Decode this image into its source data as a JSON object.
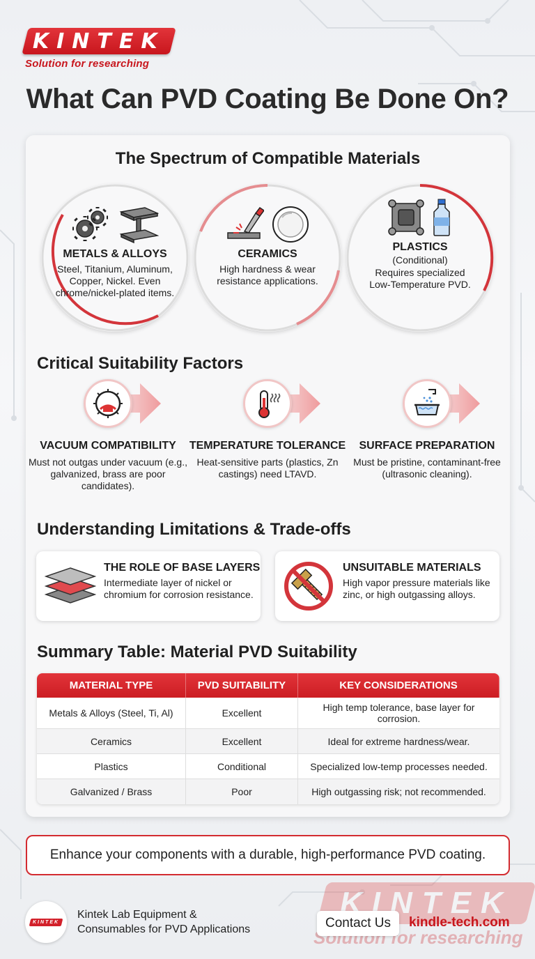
{
  "brand": {
    "logo_text": "KINTEK",
    "tagline": "Solution for researching"
  },
  "title": "What Can PVD Coating Be Done On?",
  "spectrum": {
    "title": "The Spectrum of Compatible Materials",
    "materials": [
      {
        "name": "METALS & ALLOYS",
        "qualifier": "",
        "description": "Steel, Titanium, Aluminum, Copper, Nickel. Even chrome/nickel-plated items.",
        "icons": [
          "gears-icon",
          "i-beam-icon"
        ]
      },
      {
        "name": "CERAMICS",
        "qualifier": "",
        "description": "High hardness & wear resistance applications.",
        "icons": [
          "cutting-tool-icon",
          "ceramic-plate-icon"
        ]
      },
      {
        "name": "PLASTICS",
        "qualifier": "(Conditional)",
        "description": "Requires specialized Low-Temperature PVD.",
        "icons": [
          "plastic-part-icon",
          "plastic-bottle-icon"
        ]
      }
    ]
  },
  "factors": {
    "title": "Critical Suitability Factors",
    "items": [
      {
        "name": "VACUUM COMPATIBILITY",
        "description": "Must not outgas under vacuum (e.g., galvanized, brass are poor candidates).",
        "icon": "vacuum-gauge-icon"
      },
      {
        "name": "TEMPERATURE TOLERANCE",
        "description": "Heat-sensitive parts (plastics, Zn castings) need LTAVD.",
        "icon": "thermometer-icon"
      },
      {
        "name": "SURFACE PREPARATION",
        "description": "Must be pristine, contaminant-free (ultrasonic cleaning).",
        "icon": "ultrasonic-cleaning-icon"
      }
    ]
  },
  "limitations": {
    "title": "Understanding Limitations & Trade-offs",
    "items": [
      {
        "name": "THE ROLE OF BASE LAYERS",
        "description": "Intermediate layer of nickel or chromium for corrosion resistance.",
        "icon": "layers-icon"
      },
      {
        "name": "UNSUITABLE MATERIALS",
        "description": "High vapor pressure materials like zinc, or high outgassing alloys.",
        "icon": "prohibited-bolt-icon"
      }
    ]
  },
  "summary": {
    "title": "Summary Table: Material PVD Suitability",
    "columns": [
      "MATERIAL TYPE",
      "PVD SUITABILITY",
      "KEY CONSIDERATIONS"
    ],
    "rows": [
      [
        "Metals & Alloys (Steel, Ti, Al)",
        "Excellent",
        "High temp tolerance, base layer for corrosion."
      ],
      [
        "Ceramics",
        "Excellent",
        "Ideal for extreme hardness/wear."
      ],
      [
        "Plastics",
        "Conditional",
        "Specialized low-temp processes needed."
      ],
      [
        "Galvanized / Brass",
        "Poor",
        "High outgassing risk; not recommended."
      ]
    ]
  },
  "cta": "Enhance your components with a durable, high-performance PVD coating.",
  "footer": {
    "company_line1": "Kintek Lab Equipment &",
    "company_line2": "Consumables for PVD Applications",
    "contact_label": "Contact Us",
    "website": "kindle-tech.com"
  },
  "colors": {
    "accent": "#d32b30",
    "dark_text": "#1f1f1f",
    "background": "#f2f3f5"
  }
}
